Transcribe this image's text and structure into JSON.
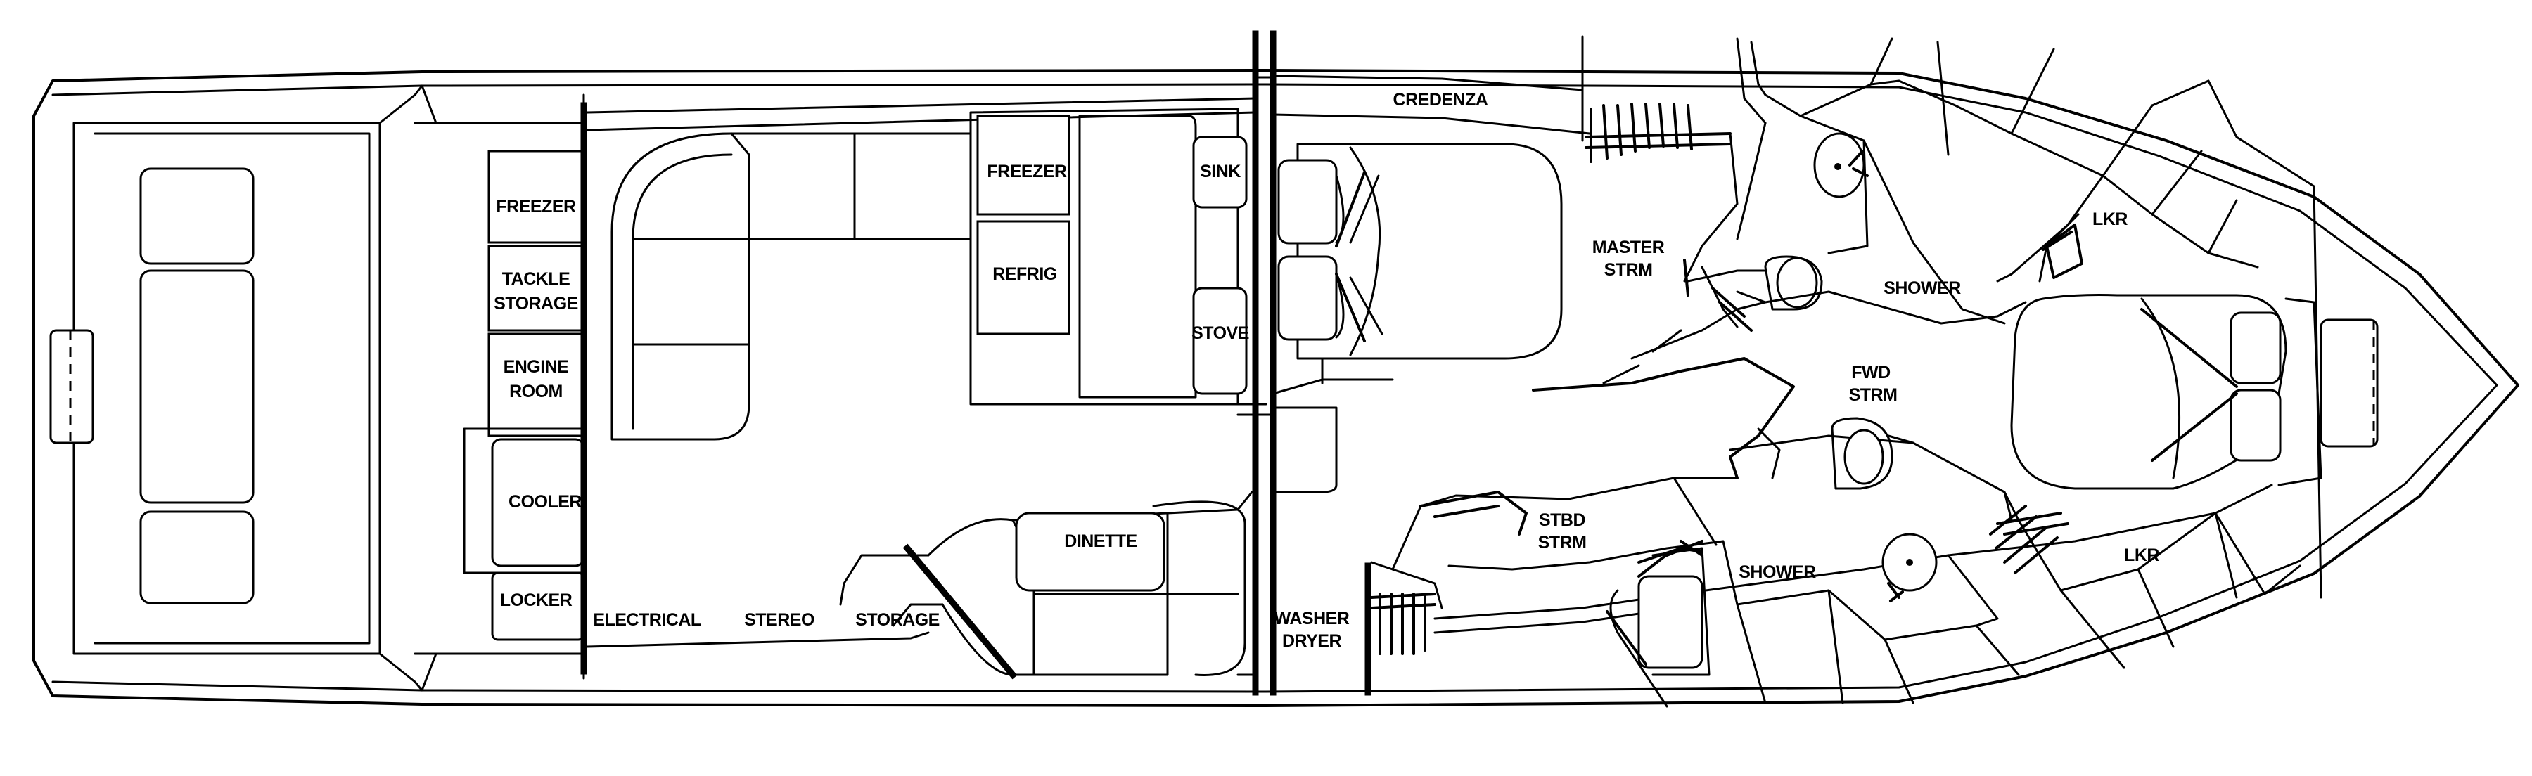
{
  "diagram": {
    "labels": {
      "freezer_aft": "FREEZER",
      "tackle_storage_1": "TACKLE",
      "tackle_storage_2": "STORAGE",
      "engine_room_1": "ENGINE",
      "engine_room_2": "ROOM",
      "cooler": "COOLER",
      "locker": "LOCKER",
      "electrical": "ELECTRICAL",
      "stereo": "STEREO",
      "storage": "STORAGE",
      "freezer_galley": "FREEZER",
      "refrig": "REFRIG",
      "sink": "SINK",
      "stove": "STOVE",
      "dinette": "DINETTE",
      "washer_dryer_1": "WASHER",
      "washer_dryer_2": "DRYER",
      "credenza": "CREDENZA",
      "master_strm_1": "MASTER",
      "master_strm_2": "STRM",
      "shower_port": "SHOWER",
      "fwd_strm_1": "FWD",
      "fwd_strm_2": "STRM",
      "lkr_port": "LKR",
      "stbd_strm_1": "STBD",
      "stbd_strm_2": "STRM",
      "shower_stbd": "SHOWER",
      "lkr_stbd": "LKR"
    }
  }
}
